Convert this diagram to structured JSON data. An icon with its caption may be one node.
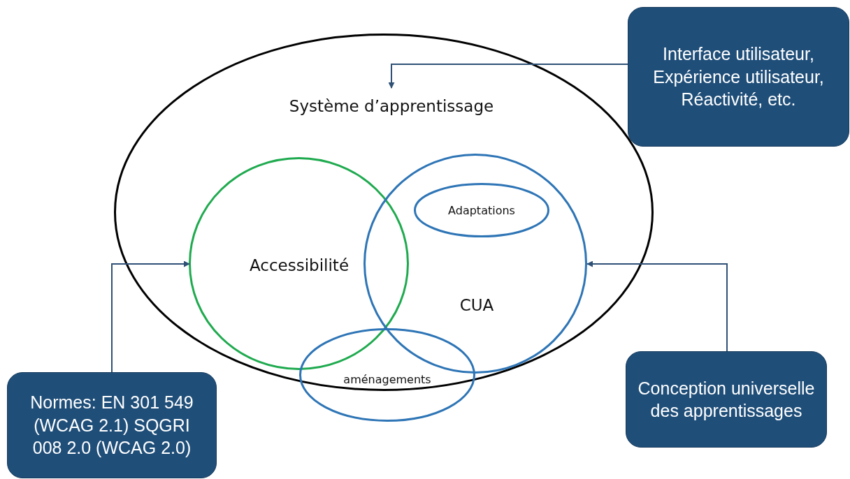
{
  "diagram": {
    "nodes": [
      {
        "text": [
          "Système d’apprentissage"
        ]
      },
      {
        "text": [
          "Accessibilité"
        ],
        "in": 0
      },
      {
        "text": [
          "CUA"
        ],
        "in": 0
      },
      {
        "text": [
          "Adaptations"
        ],
        "in": 2
      },
      {
        "text": [
          "aménagements"
        ]
      },
      {
        "text": [
          "Interface utilisateur, Expérience utilisateur, Réactivité, etc."
        ]
      },
      {
        "text": [
          "Normes: EN 301 549 (WCAG 2.1) SQGRI 008 2.0 (WCAG 2.0)"
        ]
      },
      {
        "text": [
          "Conception universelle des apprentissages"
        ]
      }
    ],
    "edges": [
      {
        "from": 5,
        "to": 0,
        "arrow": "to"
      },
      {
        "from": 6,
        "to": 1,
        "arrow": "to"
      },
      {
        "from": 7,
        "to": 2,
        "arrow": "to"
      }
    ]
  }
}
